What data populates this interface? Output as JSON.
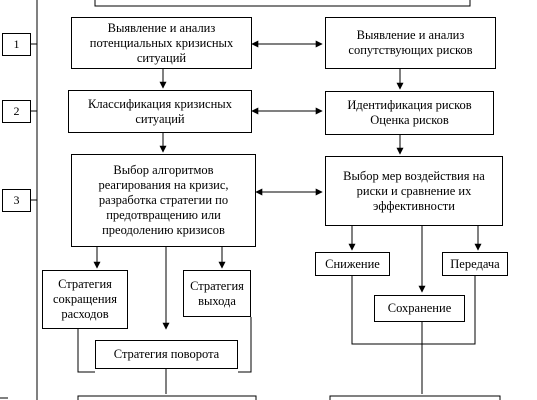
{
  "steps": [
    "1",
    "2",
    "3"
  ],
  "left": {
    "identify": "Выявление и анализ\nпотенциальных кризисных\nситуаций",
    "classify": "Классификация кризисных\nситуаций",
    "algorithms": "Выбор алгоритмов\nреагирования на кризис,\nразработка стратегии по\nпредотвращению или\nпреодолению кризисов",
    "strategies": {
      "cost": "Стратегия\nсокращения\nрасходов",
      "exit": "Стратегия\nвыхода",
      "turn": "Стратегия поворота"
    }
  },
  "right": {
    "risks_identify": "Выявление и анализ\nсопутствующих рисков",
    "risks_assess": "Идентификация рисков\nОценка рисков",
    "measures": "Выбор мер воздействия на\nриски и сравнение их\nэффективности",
    "options": {
      "reduce": "Снижение",
      "keep": "Сохранение",
      "transfer": "Передача"
    }
  }
}
